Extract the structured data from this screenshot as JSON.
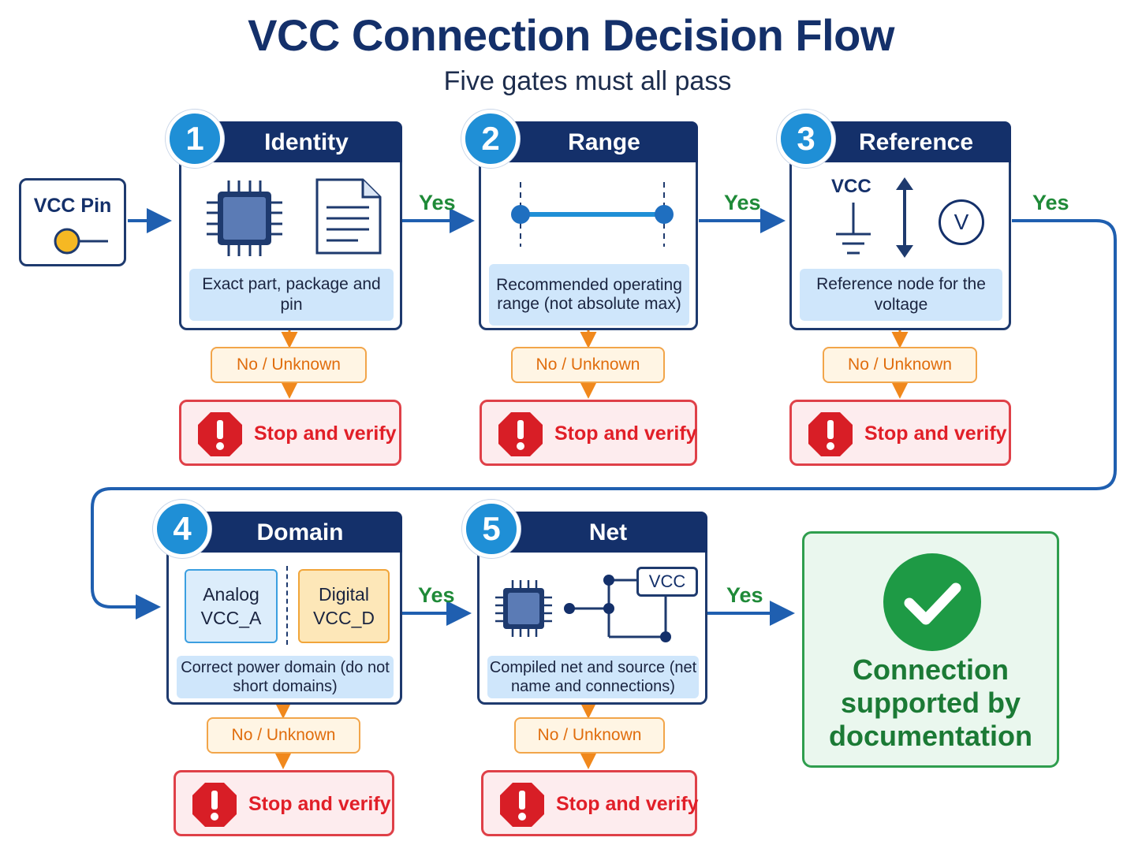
{
  "title": "VCC Connection Decision Flow",
  "subtitle": "Five gates must all pass",
  "start_label": "VCC Pin",
  "yes_label": "Yes",
  "no_label": "No / Unknown",
  "stop_label": "Stop and verify",
  "gates": [
    {
      "number": "1",
      "title": "Identity",
      "desc": "Exact part, package and pin"
    },
    {
      "number": "2",
      "title": "Range",
      "desc": "Recommended operating range (not absolute max)"
    },
    {
      "number": "3",
      "title": "Reference",
      "desc": "Reference node for the voltage",
      "vcc_label": "VCC",
      "voltmeter_symbol": "V"
    },
    {
      "number": "4",
      "title": "Domain",
      "desc": "Correct power domain (do not short domains)",
      "analog_line1": "Analog",
      "analog_line2": "VCC_A",
      "digital_line1": "Digital",
      "digital_line2": "VCC_D"
    },
    {
      "number": "5",
      "title": "Net",
      "desc": "Compiled net and source (net name and connections)",
      "net_label": "VCC"
    }
  ],
  "success_text": "Connection supported by documentation",
  "colors": {
    "navy": "#14306a",
    "badge_blue": "#1f8fd6",
    "arrow_blue": "#1f5fb0",
    "yes_green": "#1f8a38",
    "no_orange": "#e06d0d",
    "stop_red": "#e11f28",
    "success_green": "#1b7a35"
  }
}
